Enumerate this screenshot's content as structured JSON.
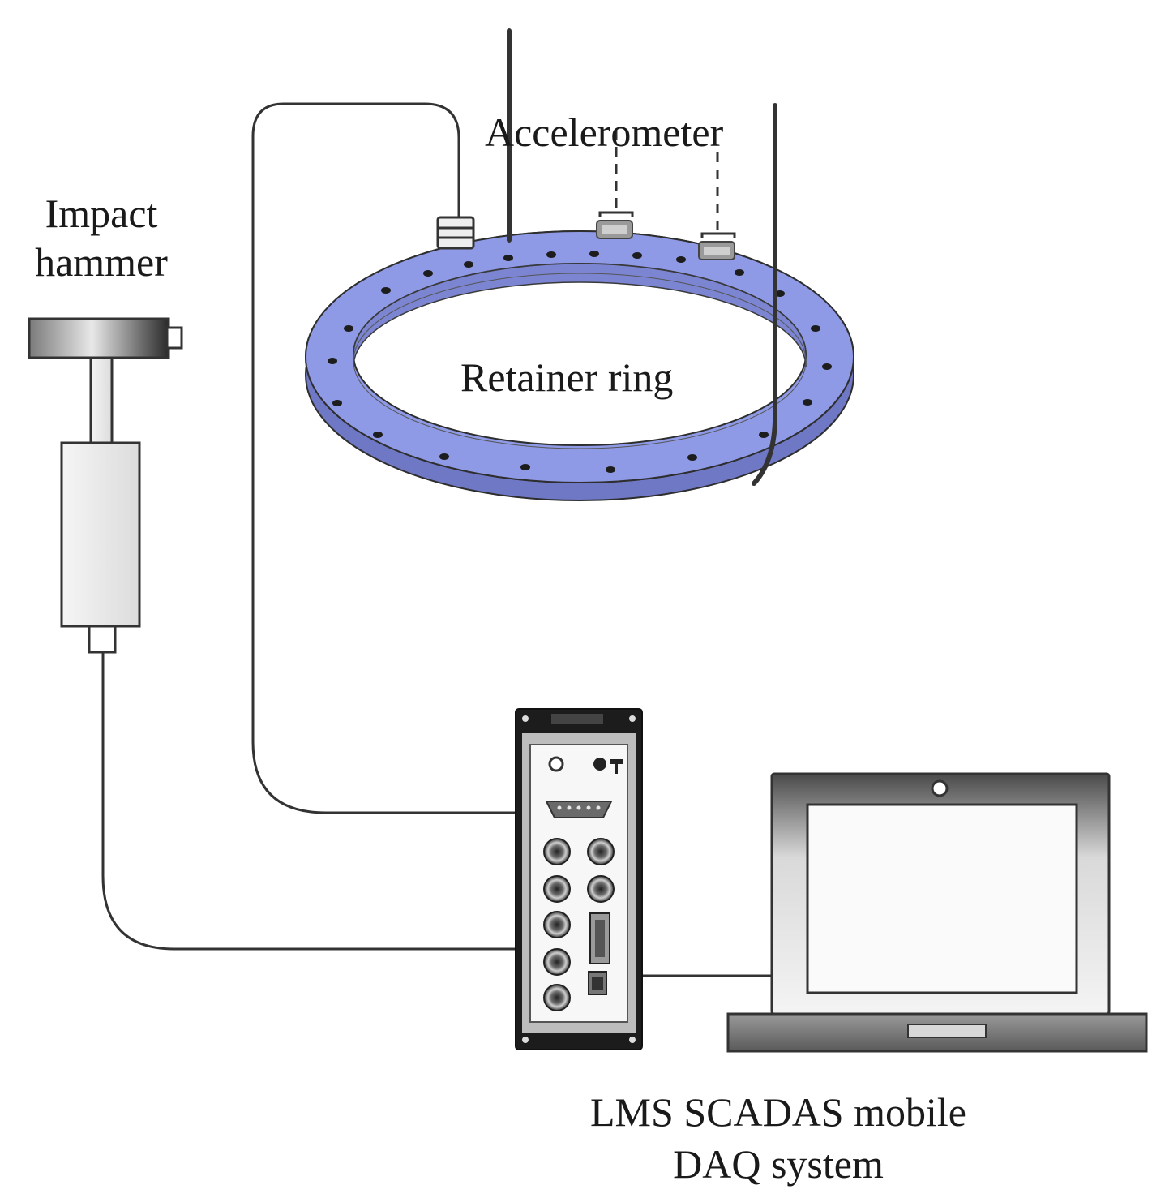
{
  "labels": {
    "impact_hammer_line1": "Impact",
    "impact_hammer_line2": "hammer",
    "accelerometer": "Accelerometer",
    "retainer_ring": "Retainer ring",
    "daq_line1": "LMS SCADAS mobile",
    "daq_line2": "DAQ system"
  },
  "colors": {
    "ring_fill": "#8f9ae6",
    "ring_shadow": "#6f78c4",
    "line": "#333333",
    "device_frame": "#1c1c1c"
  }
}
